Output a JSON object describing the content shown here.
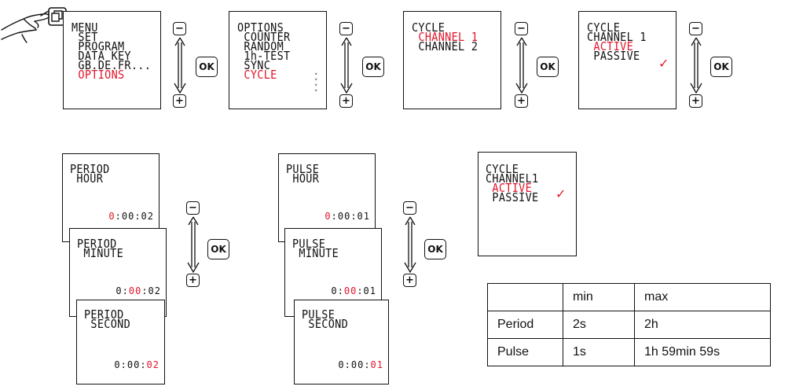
{
  "screens": {
    "menu": {
      "lines": [
        "MENU",
        " SET",
        " PROGRAM",
        " DATA KEY",
        " GB.DE.FR...",
        " OPTIONS"
      ],
      "highlight": [
        5
      ]
    },
    "options": {
      "lines": [
        "OPTIONS",
        " COUNTER",
        " RANDOM",
        " 1h-TEST",
        " SYNC",
        " CYCLE"
      ],
      "highlight": [
        5
      ]
    },
    "cycle_channels": {
      "lines": [
        "CYCLE",
        " CHANNEL 1",
        " CHANNEL 2"
      ],
      "highlight": [
        1
      ]
    },
    "cycle_channel1_passive": {
      "lines": [
        "CYCLE",
        "CHANNEL 1",
        " ACTIVE",
        " PASSIVE"
      ],
      "highlight": [
        2
      ]
    },
    "cycle_channel1_active": {
      "lines": [
        "CYCLE",
        "CHANNEL1",
        " ACTIVE",
        " PASSIVE"
      ],
      "highlight": [
        2
      ]
    }
  },
  "period_screens": [
    {
      "lines": [
        "PERIOD",
        " HOUR"
      ],
      "time": [
        "0",
        "00",
        "02"
      ],
      "active": 0
    },
    {
      "lines": [
        "PERIOD",
        " MINUTE"
      ],
      "time": [
        "0",
        "00",
        "02"
      ],
      "active": 1
    },
    {
      "lines": [
        "PERIOD",
        " SECOND"
      ],
      "time": [
        "0",
        "00",
        "02"
      ],
      "active": 2
    }
  ],
  "pulse_screens": [
    {
      "lines": [
        "PULSE",
        " HOUR"
      ],
      "time": [
        "0",
        "00",
        "01"
      ],
      "active": 0
    },
    {
      "lines": [
        "PULSE",
        " MINUTE"
      ],
      "time": [
        "0",
        "00",
        "01"
      ],
      "active": 1
    },
    {
      "lines": [
        "PULSE",
        " SECOND"
      ],
      "time": [
        "0",
        "00",
        "01"
      ],
      "active": 2
    }
  ],
  "buttons": {
    "minus": "−",
    "plus": "+",
    "ok": "OK"
  },
  "check_mark": "✓",
  "scroll_mark": "˅",
  "table": {
    "headers": [
      "",
      "min",
      "max"
    ],
    "rows": [
      [
        "Period",
        "2s",
        "2h"
      ],
      [
        "Pulse",
        "1s",
        "1h 59min 59s"
      ]
    ]
  },
  "colors": {
    "highlight": "#e2162b",
    "line": "#111111"
  }
}
